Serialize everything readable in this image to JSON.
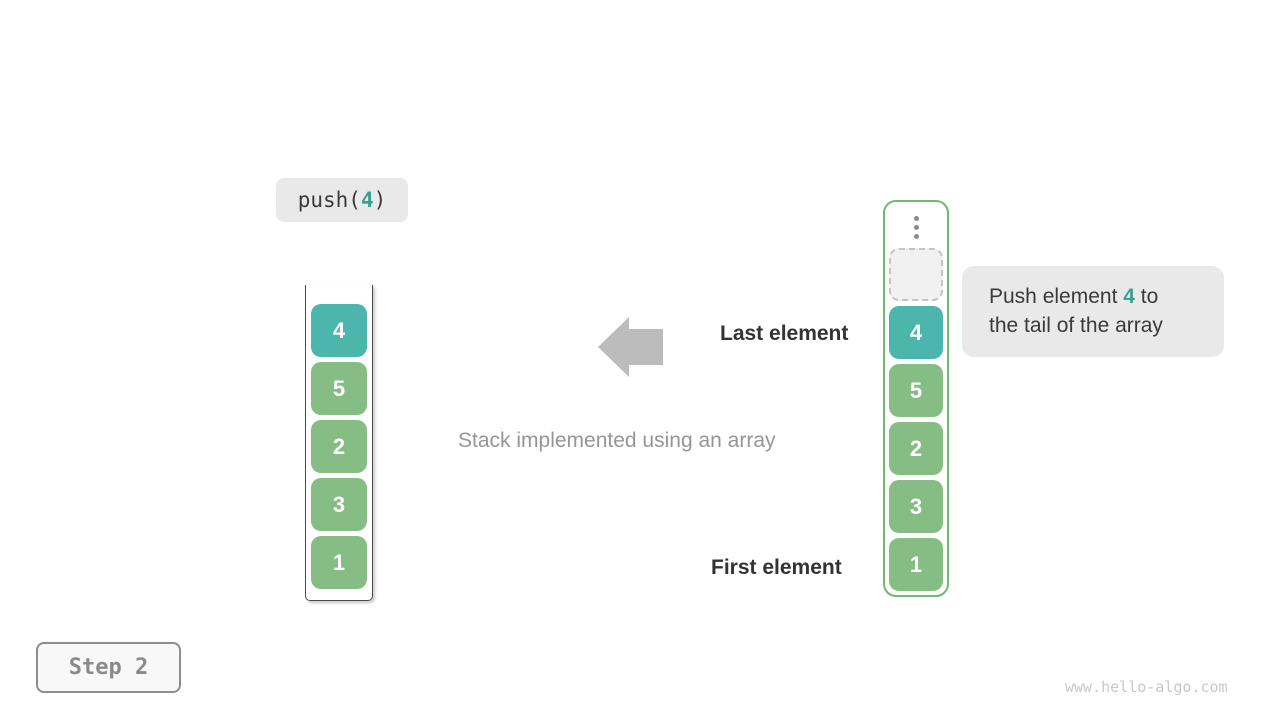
{
  "diagram": {
    "operation": {
      "prefix": "push(",
      "argument": "4",
      "suffix": ")"
    },
    "left_stack": {
      "items": [
        {
          "value": "4",
          "highlight": true
        },
        {
          "value": "5",
          "highlight": false
        },
        {
          "value": "2",
          "highlight": false
        },
        {
          "value": "3",
          "highlight": false
        },
        {
          "value": "1",
          "highlight": false
        }
      ]
    },
    "right_stack": {
      "ellipsis_icon": "vertical-ellipsis",
      "has_empty_slot": true,
      "items": [
        {
          "value": "4",
          "highlight": true
        },
        {
          "value": "5",
          "highlight": false
        },
        {
          "value": "2",
          "highlight": false
        },
        {
          "value": "3",
          "highlight": false
        },
        {
          "value": "1",
          "highlight": false
        }
      ]
    },
    "labels": {
      "last_element": "Last element",
      "first_element": "First element"
    },
    "caption": "Stack implemented using an array",
    "tooltip": {
      "line1_before": "Push element ",
      "line1_value": "4",
      "line1_after": " to",
      "line2": "the tail of the array"
    },
    "step": {
      "label": "Step 2"
    },
    "watermark": "www.hello-algo.com"
  },
  "colors": {
    "teal": "#4CB5AC",
    "teal_text": "#3B9E8E",
    "green": "#85BD85",
    "container_green": "#72B872",
    "box_bg": "#E9E9E9",
    "text_dark": "#3A3A3A",
    "label_dark": "#333333",
    "caption_gray": "#969696",
    "arrow_gray": "#BCBCBC",
    "dot_gray": "#8A8A8A",
    "watermark_gray": "#C8C8C8"
  }
}
